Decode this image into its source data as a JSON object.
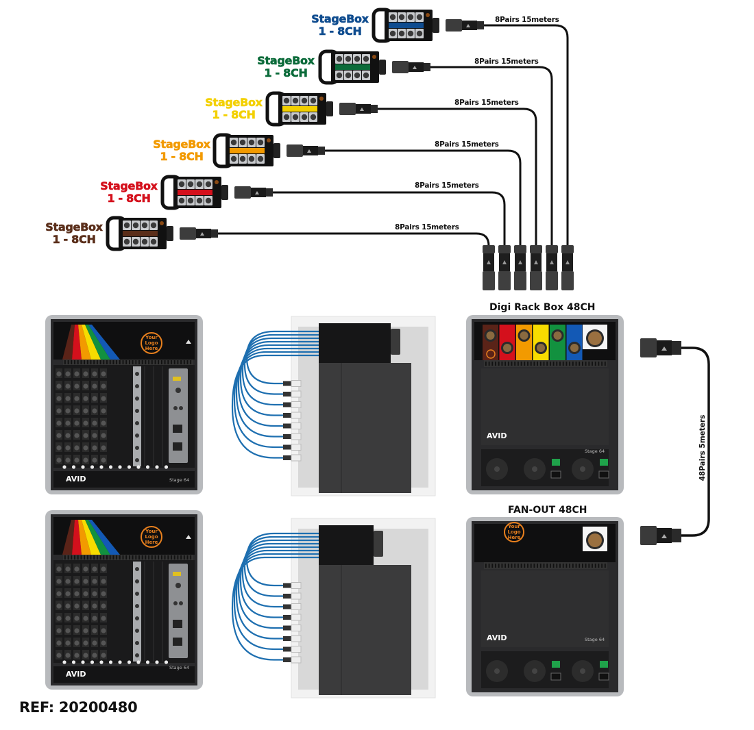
{
  "stageboxes": [
    {
      "name": "StageBox",
      "range": "1 - 8CH",
      "color": "#0f4c8f",
      "cable": "8Pairs 15meters"
    },
    {
      "name": "StageBox",
      "range": "1 - 8CH",
      "color": "#0b6b3a",
      "cable": "8Pairs 15meters"
    },
    {
      "name": "StageBox",
      "range": "1 - 8CH",
      "color": "#f3d000",
      "cable": "8Pairs 15meters"
    },
    {
      "name": "StageBox",
      "range": "1 - 8CH",
      "color": "#f29a00",
      "cable": "8Pairs 15meters"
    },
    {
      "name": "StageBox",
      "range": "1 - 8CH",
      "color": "#d4101c",
      "cable": "8Pairs 15meters"
    },
    {
      "name": "StageBox",
      "range": "1 - 8CH",
      "color": "#5a2e1a",
      "cable": "8Pairs 15meters"
    }
  ],
  "rack_box": {
    "title": "Digi Rack Box 48CH",
    "panel_colors": [
      "#5a2318",
      "#d4101c",
      "#f29a00",
      "#f7dc00",
      "#12913f",
      "#1359b5"
    ]
  },
  "fanout": {
    "title": "FAN-OUT 48CH"
  },
  "link_cable": {
    "label": "48Pairs 5meters"
  },
  "stage64": {
    "brand": "AVID",
    "model": "Stage 64",
    "logo_text": [
      "Your",
      "Logo",
      "Here"
    ]
  },
  "ref": "REF: 20200480",
  "colors": {
    "cable": "#111111",
    "snake": "#1e6fb0",
    "logo": "#e8801e",
    "rack": "#1c1c1e",
    "frame": "#b8babd"
  }
}
